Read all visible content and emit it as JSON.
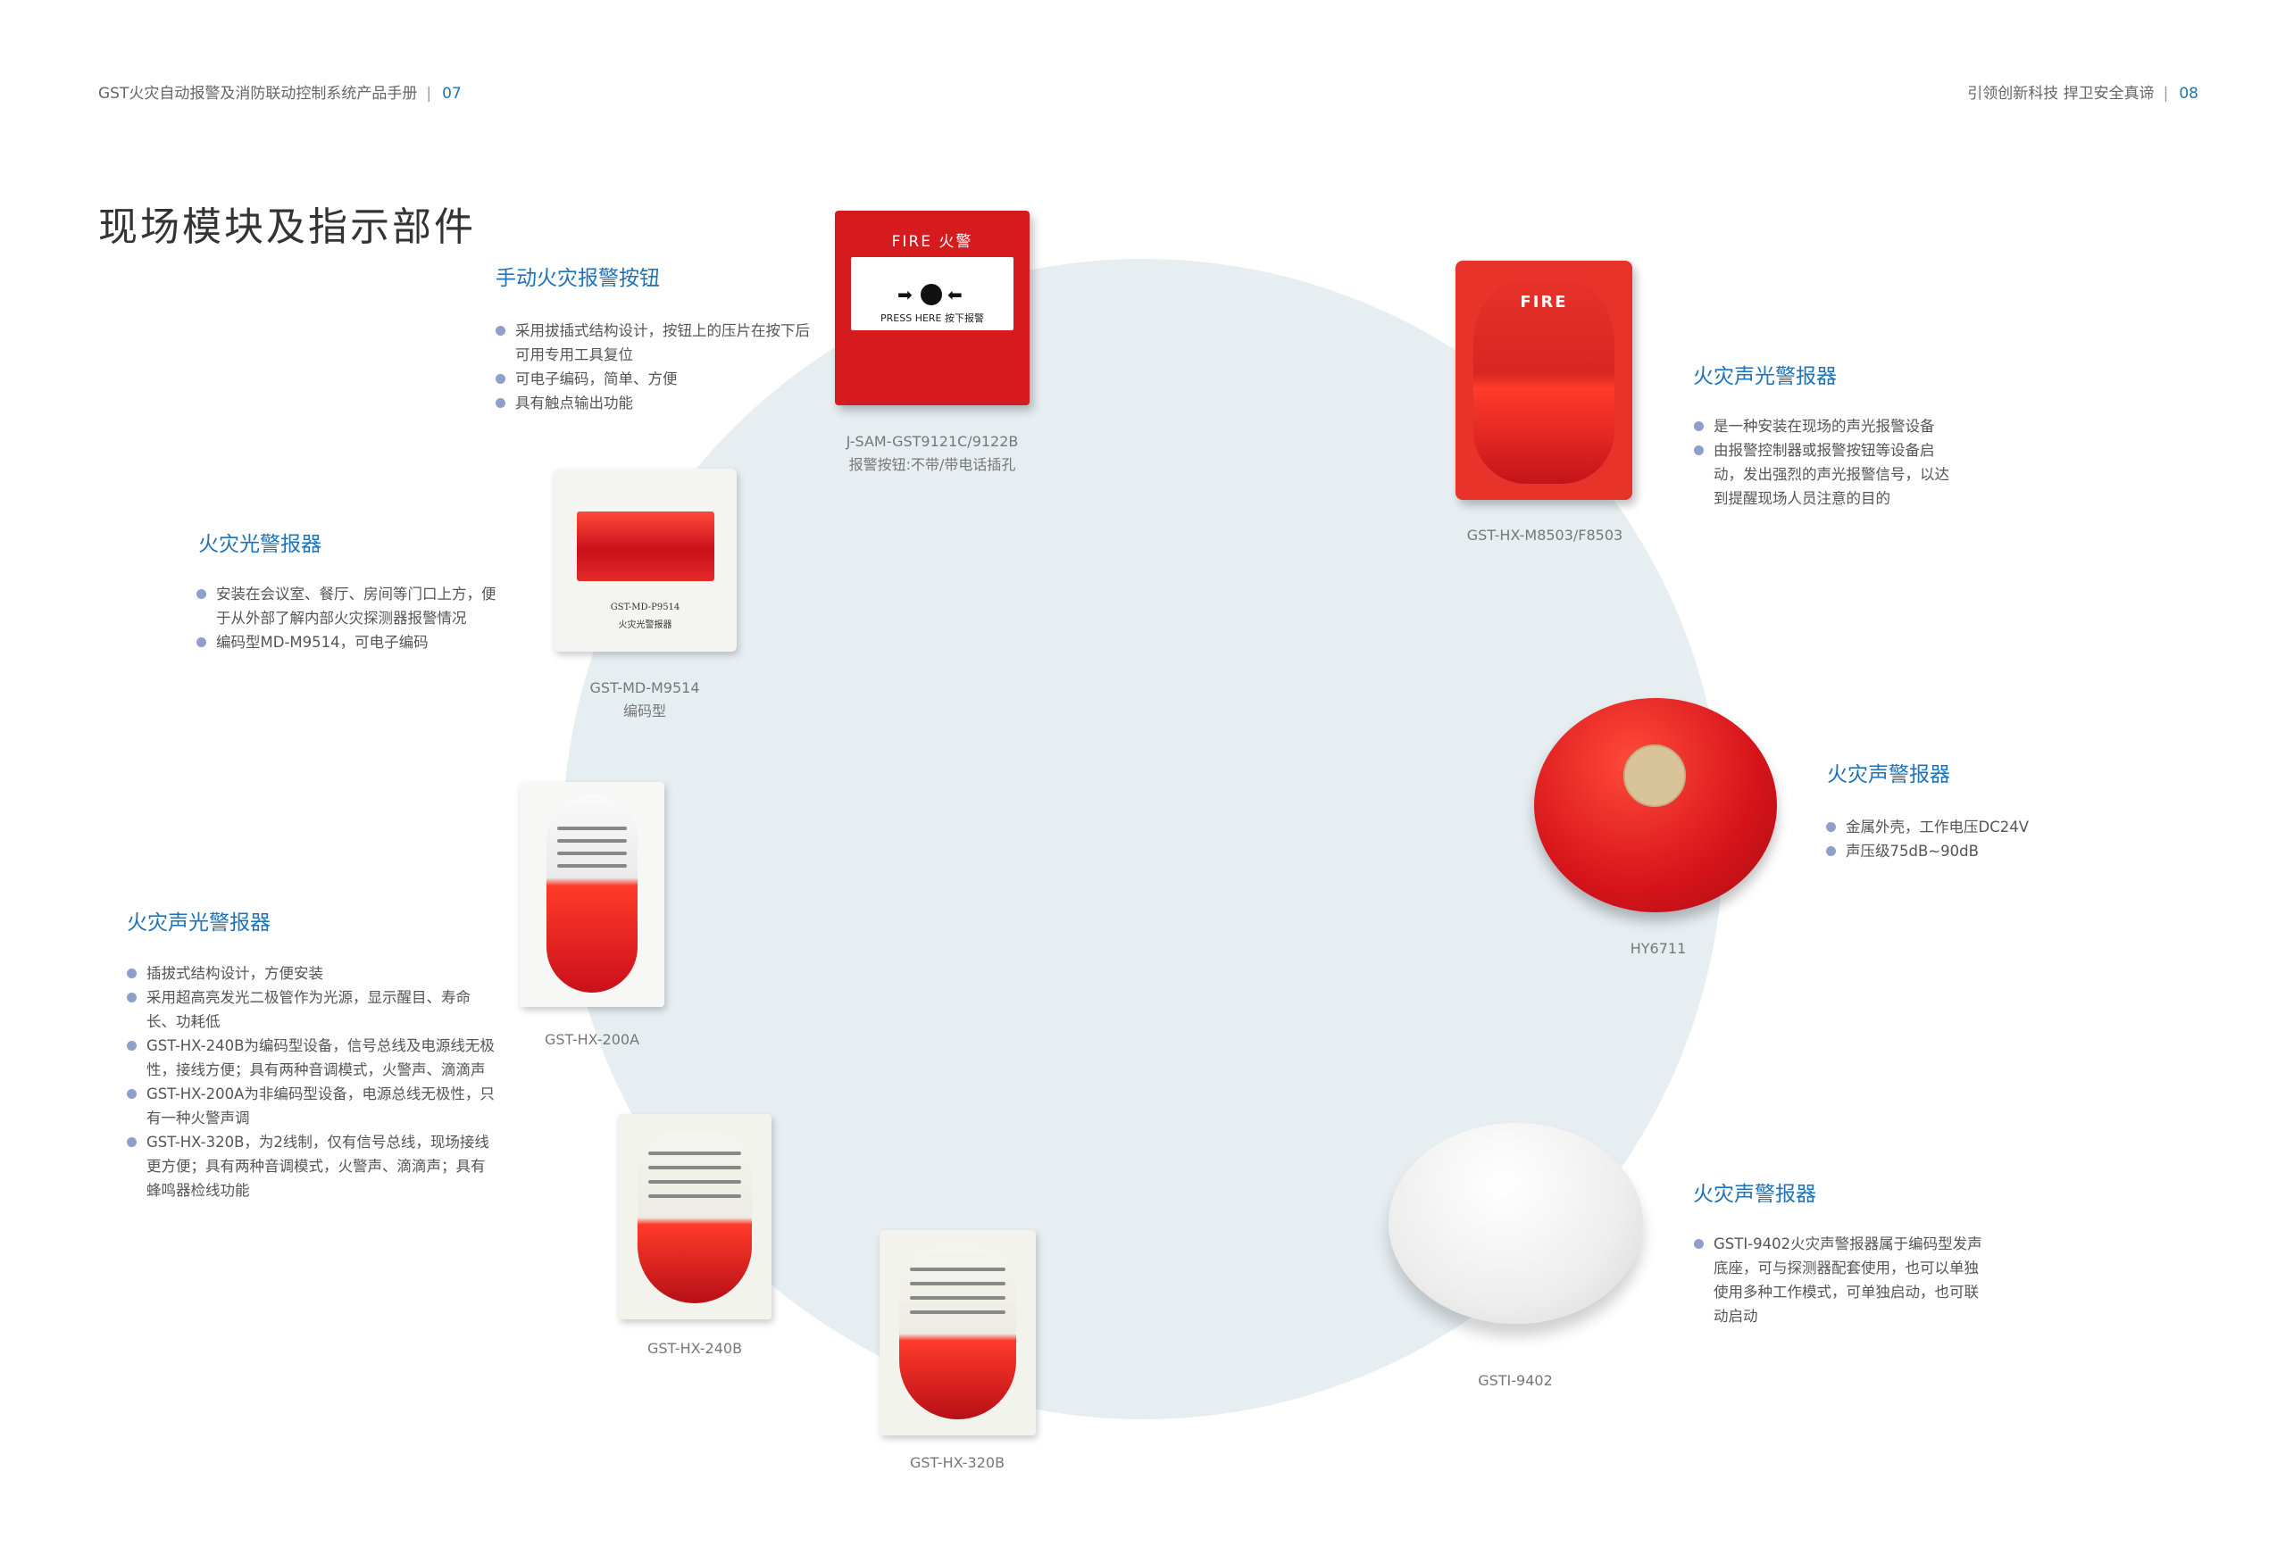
{
  "header": {
    "left_text": "GST火灾自动报警及消防联动控制系统产品手册",
    "left_sep": "|",
    "left_page": "07",
    "right_text": "引领创新科技 捍卫安全真谛",
    "right_sep": "|",
    "right_page": "08"
  },
  "page_title": "现场模块及指示部件",
  "sections": {
    "manual_call_point": {
      "title": "手动火灾报警按钮",
      "bullets": [
        "采用拔插式结构设计，按钮上的压片在按下后可用专用工具复位",
        "可电子编码，简单、方便",
        "具有触点输出功能"
      ],
      "caption1": "J-SAM-GST9121C/9122B",
      "caption2": "报警按钮:不带/带电话插孔"
    },
    "flash_alarm": {
      "title": "火灾光警报器",
      "bullets": [
        "安装在会议室、餐厅、房间等门口上方，便于从外部了解内部火灾探测器报警情况",
        "编码型MD-M9514，可电子编码"
      ],
      "caption1": "GST-MD-M9514",
      "caption2": "编码型"
    },
    "sounder_strobe_left": {
      "title": "火灾声光警报器",
      "bullets": [
        "插拔式结构设计，方便安装",
        "采用超高亮发光二极管作为光源，显示醒目、寿命长、功耗低",
        "GST-HX-240B为编码型设备，信号总线及电源线无极性，接线方便；具有两种音调模式，火警声、滴滴声",
        "GST-HX-200A为非编码型设备，电源总线无极性，只有一种火警声调",
        "GST-HX-320B，为2线制，仅有信号总线，现场接线更方便；具有两种音调模式，火警声、滴滴声；具有蜂鸣器检线功能"
      ],
      "caption_200a": "GST-HX-200A",
      "caption_240b": "GST-HX-240B",
      "caption_320b": "GST-HX-320B"
    },
    "sounder_strobe_right": {
      "title": "火灾声光警报器",
      "bullets": [
        "是一种安装在现场的声光报警设备",
        "由报警控制器或报警按钮等设备启动，发出强烈的声光报警信号，以达到提醒现场人员注意的目的"
      ],
      "caption": "GST-HX-M8503/F8503"
    },
    "bell": {
      "title": "火灾声警报器",
      "bullets": [
        "金属外壳，工作电压DC24V",
        "声压级75dB~90dB"
      ],
      "caption": "HY6711"
    },
    "base_sounder": {
      "title": "火灾声警报器",
      "bullets": [
        "GSTI-9402火灾声警报器属于编码型发声底座，可与探测器配套使用，也可以单独使用多种工作模式，可单独启动，也可联动启动"
      ],
      "caption": "GSTI-9402"
    }
  },
  "product_labels": {
    "call_point_top": "FIRE 火警",
    "call_point_press": "PRESS HERE 按下报警",
    "flash_model": "GST-MD-P9514",
    "flash_name": "火灾光警报器",
    "sounder_box_text": "FIRE"
  },
  "colors": {
    "accent": "#1e73b8",
    "bullet": "#8e9fcd",
    "circle": "#e6eef2",
    "device_red": "#d61b1f"
  }
}
